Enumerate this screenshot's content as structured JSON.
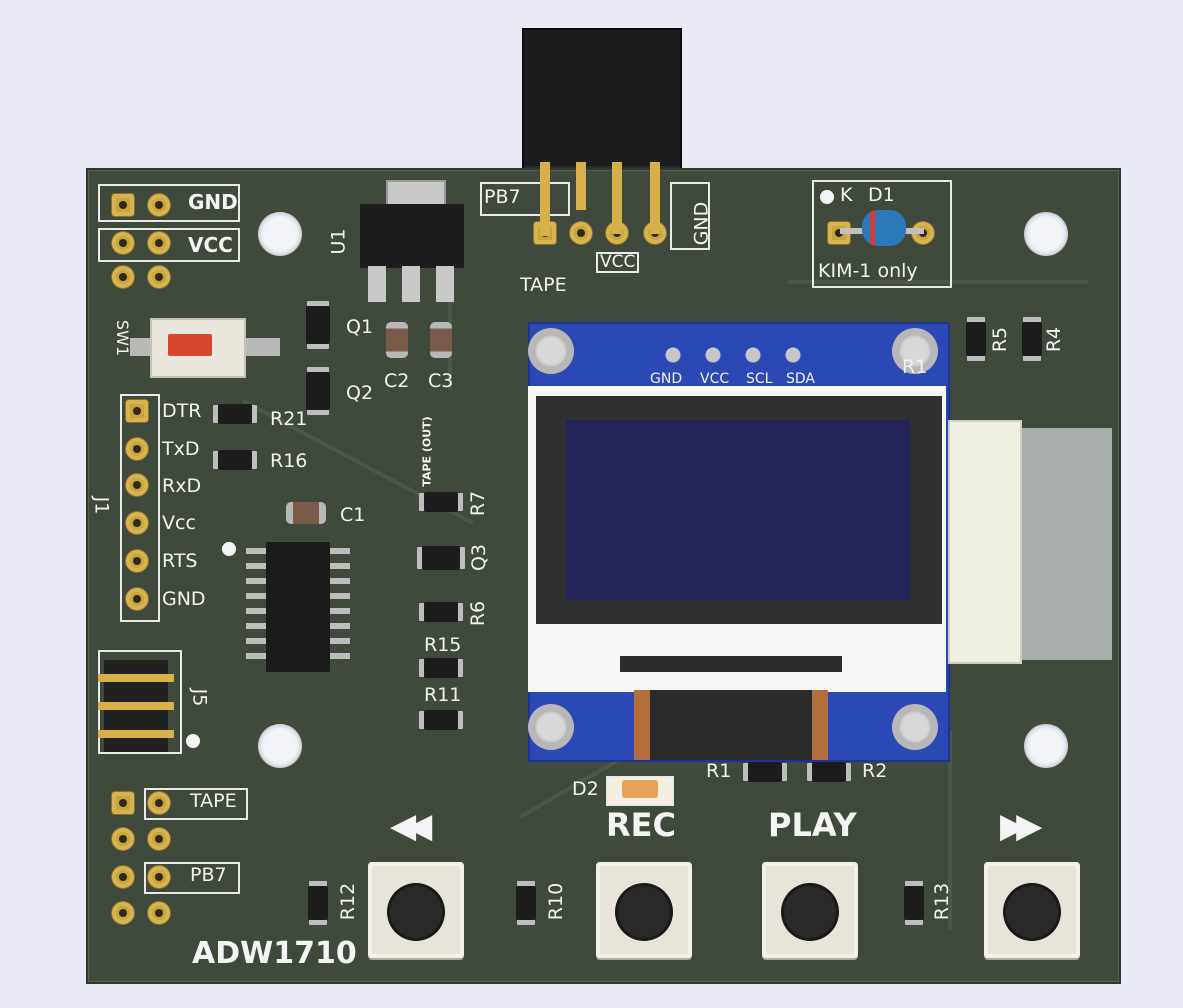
{
  "board_id": "ADW1710",
  "top_header": {
    "pins": [
      "PB7",
      "TAPE",
      "VCC",
      "GND"
    ]
  },
  "power_header": {
    "labels": [
      "GND",
      "VCC"
    ]
  },
  "u1": {
    "ref": "U1"
  },
  "switch": {
    "ref": "SW1"
  },
  "transistors": [
    "Q1",
    "Q2",
    "Q3"
  ],
  "capacitors": [
    "C1",
    "C2",
    "C3"
  ],
  "resistors": [
    "R21",
    "R16",
    "R7",
    "R6",
    "R15",
    "R11",
    "R12",
    "R10",
    "R13",
    "R1",
    "R2",
    "R5",
    "R4",
    "R1"
  ],
  "tape_out_label": "TAPE (OUT)",
  "diode": {
    "ref": "D1",
    "k_label": "K",
    "note": "KIM-1 only"
  },
  "led": {
    "ref": "D2"
  },
  "j1": {
    "ref": "J1",
    "pins": [
      "DTR",
      "TxD",
      "RxD",
      "Vcc",
      "RTS",
      "GND"
    ]
  },
  "j5": {
    "ref": "J5"
  },
  "bottom_header": {
    "labels": [
      "TAPE",
      "PB7"
    ]
  },
  "oled": {
    "pins": [
      "GND",
      "VCC",
      "SCL",
      "SDA"
    ]
  },
  "buttons": {
    "rewind": "◀◀",
    "rec": "REC",
    "play": "PLAY",
    "ffwd": "▶▶"
  }
}
